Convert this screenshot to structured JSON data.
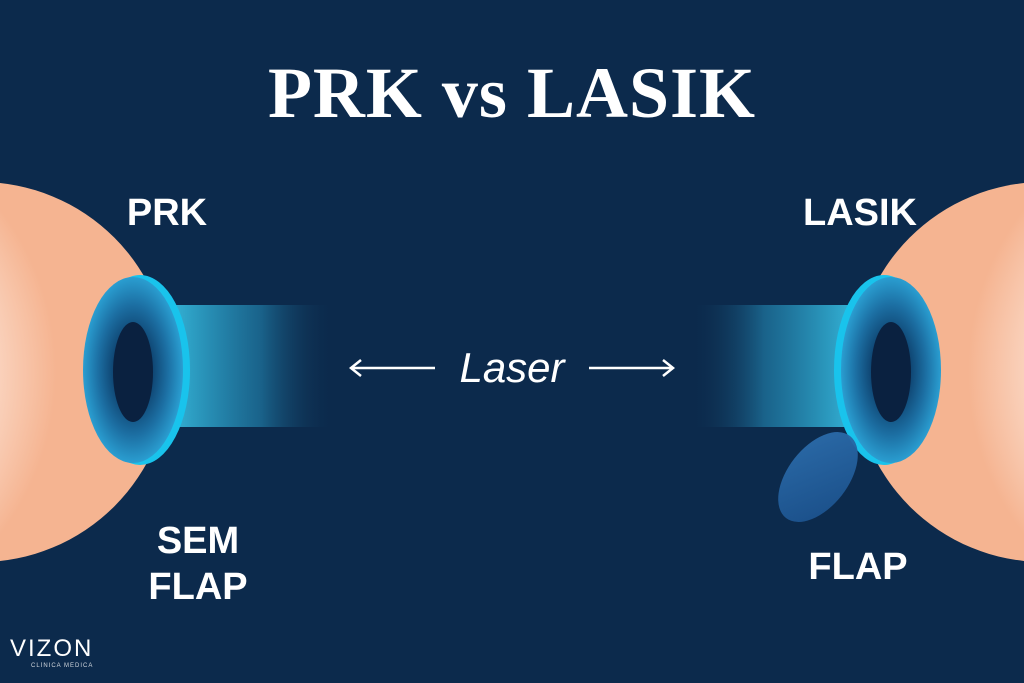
{
  "title": "PRK vs LASIK",
  "left": {
    "heading": "PRK",
    "note_line1": "SEM",
    "note_line2": "FLAP"
  },
  "right": {
    "heading": "LASIK",
    "note": "FLAP"
  },
  "center": {
    "label": "Laser"
  },
  "logo": {
    "name": "VIZON",
    "tagline": "CLÍNICA MÉDICA"
  },
  "colors": {
    "background": "#0c2a4c",
    "sclera": "#fde4d6",
    "iris": "#1e7fb5",
    "cornea": "#19c3ec",
    "laser": "#3fd3f3",
    "text": "#ffffff"
  }
}
